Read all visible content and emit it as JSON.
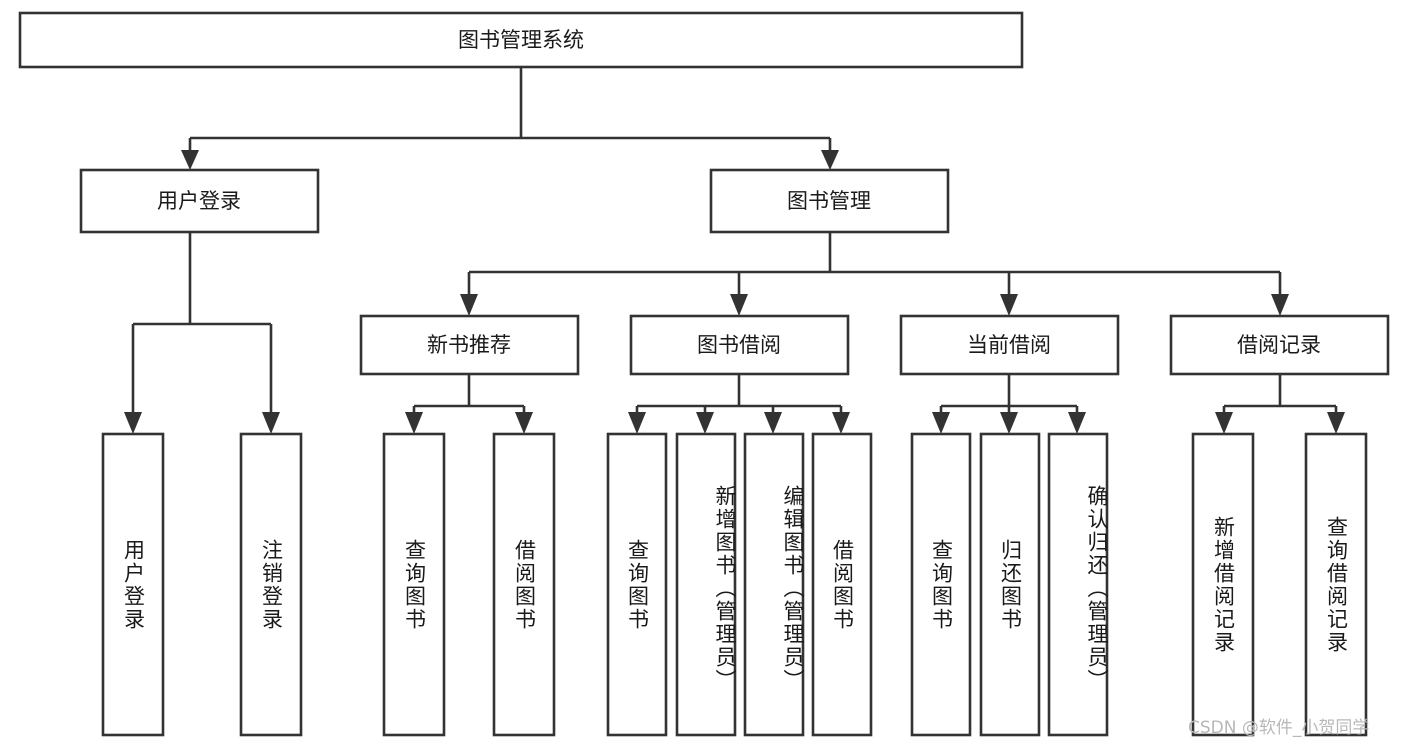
{
  "diagram": {
    "title": "图书管理系统",
    "type": "hierarchy-tree",
    "levels": 4,
    "root": {
      "label": "图书管理系统",
      "children": [
        {
          "label": "用户登录",
          "children": [
            {
              "label": "用户登录"
            },
            {
              "label": "注销登录"
            }
          ]
        },
        {
          "label": "图书管理",
          "children": [
            {
              "label": "新书推荐",
              "children": [
                {
                  "label": "查询图书"
                },
                {
                  "label": "借阅图书"
                }
              ]
            },
            {
              "label": "图书借阅",
              "children": [
                {
                  "label": "查询图书"
                },
                {
                  "label": "新增图书（管理员）"
                },
                {
                  "label": "编辑图书（管理员）"
                },
                {
                  "label": "借阅图书"
                }
              ]
            },
            {
              "label": "当前借阅",
              "children": [
                {
                  "label": "查询图书"
                },
                {
                  "label": "归还图书"
                },
                {
                  "label": "确认归还（管理员）"
                }
              ]
            },
            {
              "label": "借阅记录",
              "children": [
                {
                  "label": "新增借阅记录"
                },
                {
                  "label": "查询借阅记录"
                }
              ]
            }
          ]
        }
      ]
    },
    "nodes": {
      "root": "图书管理系统",
      "l1_user_login": "用户登录",
      "l1_book_manage": "图书管理",
      "l2_user_login": "用户登录",
      "l2_logout": "注销登录",
      "l2_new_book_rec": "新书推荐",
      "l2_book_borrow": "图书借阅",
      "l2_current_borrow": "当前借阅",
      "l2_borrow_record": "借阅记录",
      "l3_rec_query_book": "查询图书",
      "l3_rec_borrow_book": "借阅图书",
      "l3_borrow_query_book": "查询图书",
      "l3_borrow_add_book": "新增图书（管理员）",
      "l3_borrow_edit_book": "编辑图书（管理员）",
      "l3_borrow_borrow_book": "借阅图书",
      "l3_cur_query_book": "查询图书",
      "l3_cur_return_book": "归还图书",
      "l3_cur_confirm_return": "确认归还（管理员）",
      "l3_rec_add_record": "新增借阅记录",
      "l3_rec_query_record": "查询借阅记录"
    },
    "colors": {
      "box_fill": "#ffffff",
      "box_stroke": "#333333",
      "text": "#1a1a1a",
      "background": "#ffffff",
      "watermark": "#b8b8b8"
    }
  },
  "watermark": {
    "text": "CSDN @软件_小贺同学"
  }
}
